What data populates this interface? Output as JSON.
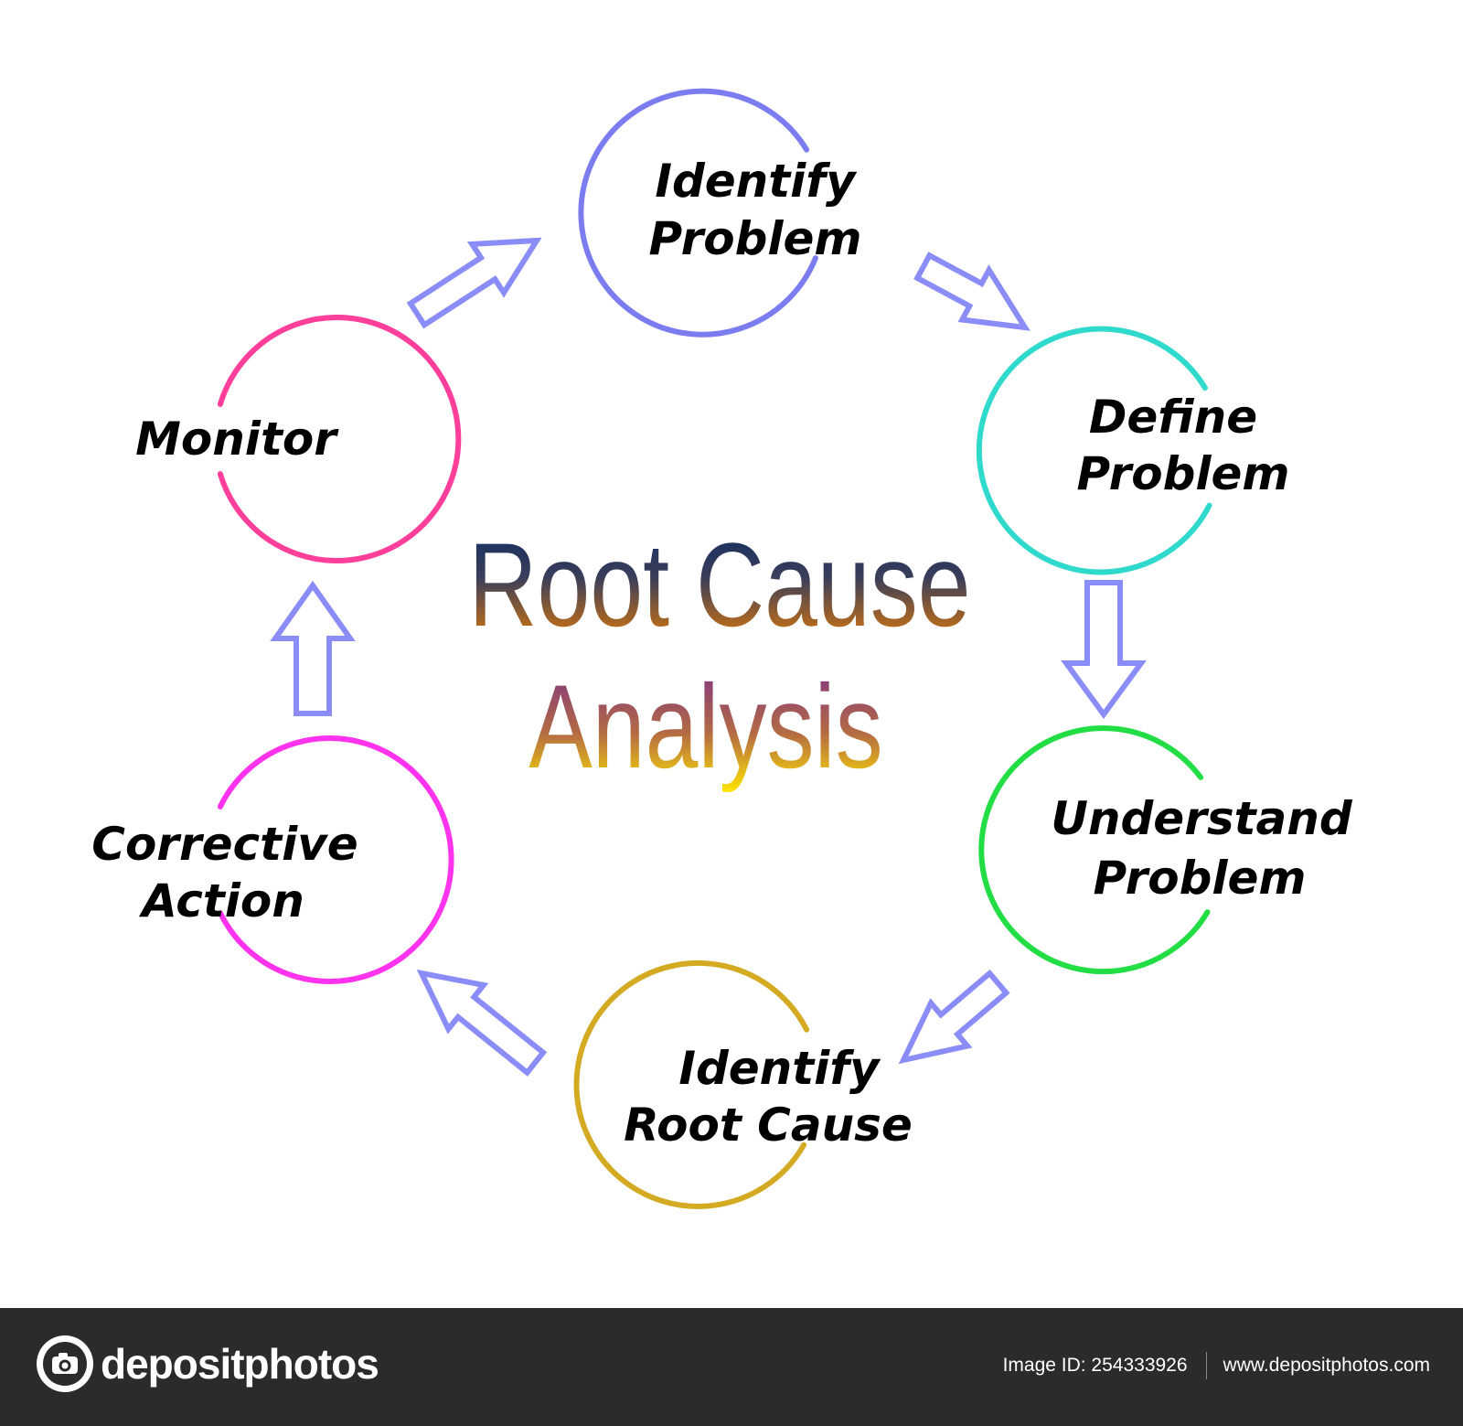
{
  "title": {
    "line1": "Root Cause",
    "line2": "Analysis"
  },
  "steps": [
    {
      "line1": "Identify",
      "line2": "Problem",
      "color": "#7b7cf0"
    },
    {
      "line1": "Define",
      "line2": "Problem",
      "color": "#2fd9cc"
    },
    {
      "line1": "Understand",
      "line2": "Problem",
      "color": "#22dd44"
    },
    {
      "line1": "Identify",
      "line2": "Root Cause",
      "color": "#d4aa22"
    },
    {
      "line1": "Corrective",
      "line2": "Action",
      "color": "#ff33ee"
    },
    {
      "line1": "Monitor",
      "line2": "",
      "color": "#ff3f9a"
    }
  ],
  "arrow_color": "#8a8cf7",
  "title_gradient": [
    "#0b2a63",
    "#f07f00",
    "#7d2f8a",
    "#ffe600"
  ],
  "footer": {
    "brand": "depositphotos",
    "image_id": "Image ID: 254333926",
    "website": "www.depositphotos.com"
  }
}
